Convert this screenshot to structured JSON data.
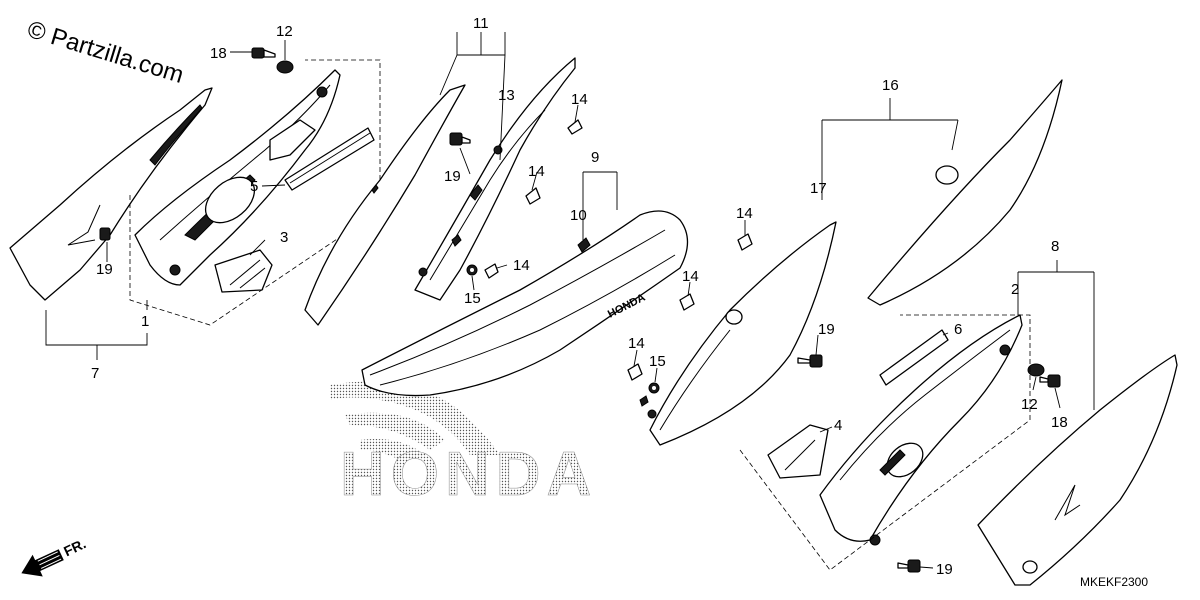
{
  "watermark": {
    "copyright": "© Partzilla.com"
  },
  "diagram_code": "MKEKF2300",
  "direction_label": "FR.",
  "seat_brand": "HONDA",
  "background_logo": "HONDA",
  "callouts": {
    "c1": "1",
    "c2": "2",
    "c3": "3",
    "c4": "4",
    "c5": "5",
    "c6": "6",
    "c7": "7",
    "c8": "8",
    "c9": "9",
    "c10": "10",
    "c11": "11",
    "c12a": "12",
    "c12b": "12",
    "c13": "13",
    "c14a": "14",
    "c14b": "14",
    "c14c": "14",
    "c14d": "14",
    "c14e": "14",
    "c14f": "14",
    "c15a": "15",
    "c15b": "15",
    "c16": "16",
    "c17": "17",
    "c18a": "18",
    "c18b": "18",
    "c19a": "19",
    "c19b": "19",
    "c19c": "19",
    "c19d": "19"
  }
}
